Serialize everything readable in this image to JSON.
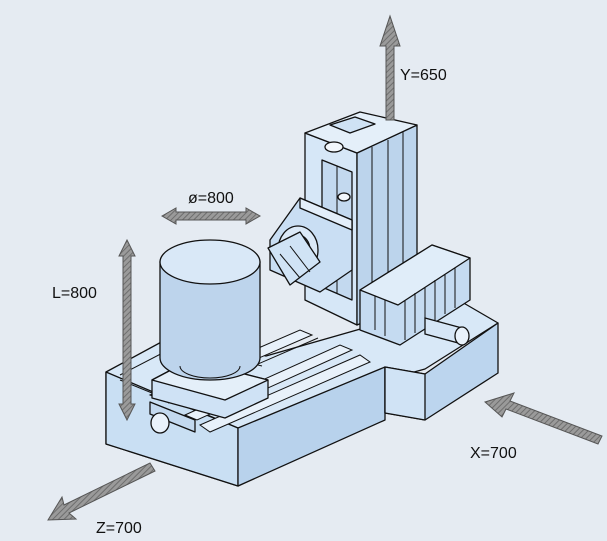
{
  "labels": {
    "y_travel": "Y=650",
    "x_travel": "X=700",
    "z_travel": "Z=700",
    "diameter": "ø=800",
    "length": "L=800"
  },
  "colors": {
    "background": "#e5ebf2",
    "machine_fill": "#cfe3f6",
    "machine_light": "#e3eff9",
    "machine_dark": "#9fbcd8",
    "outline": "#111111",
    "arrow_fill": "#8a8a8a"
  }
}
